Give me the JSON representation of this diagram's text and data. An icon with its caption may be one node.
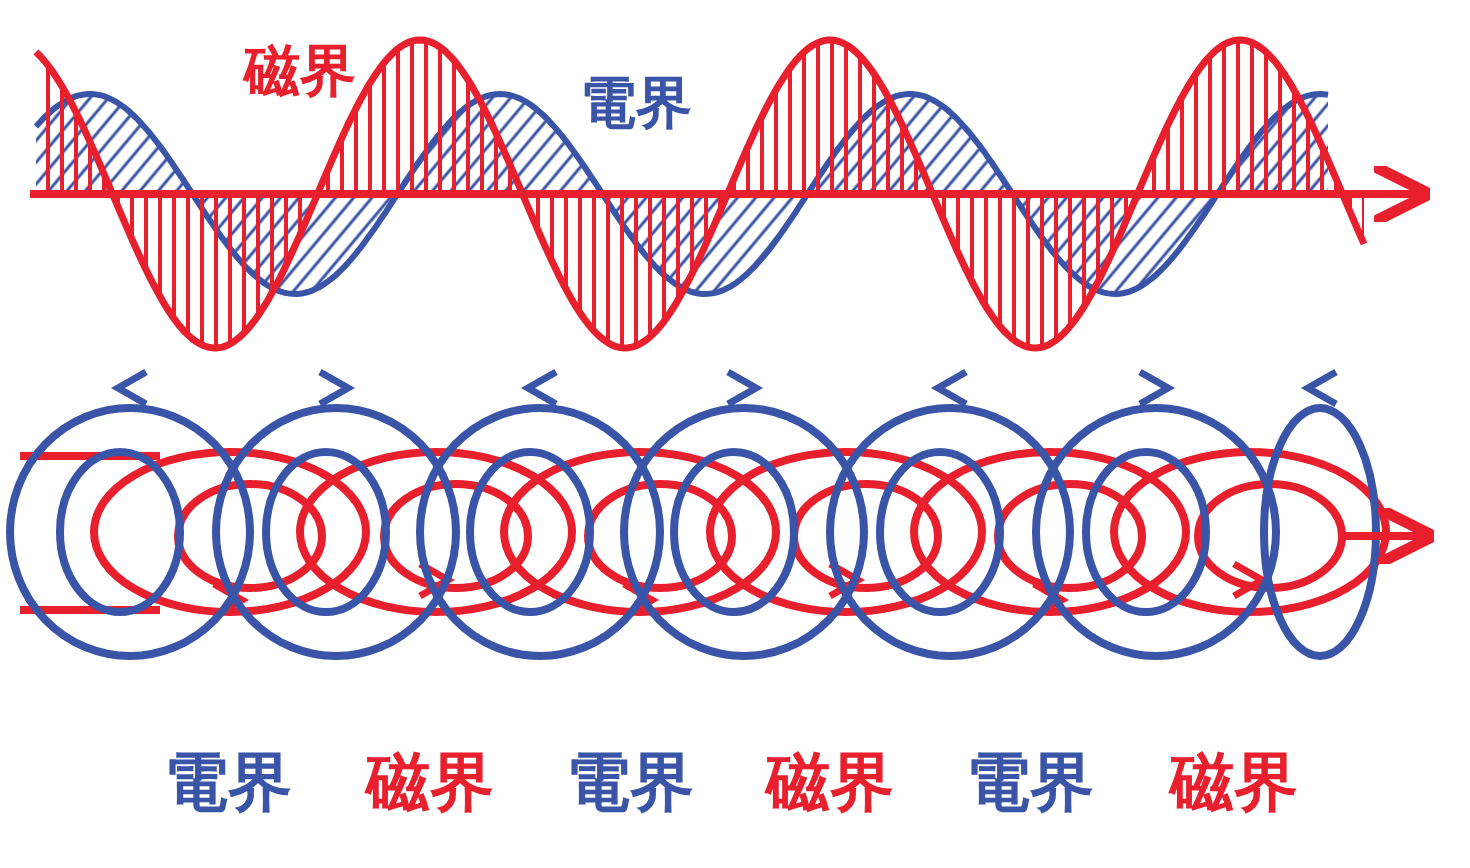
{
  "diagram": {
    "labels": [
      "磁界",
      "電界",
      "電界",
      "磁界",
      "電界",
      "磁界",
      "電界",
      "磁界"
    ]
  }
}
